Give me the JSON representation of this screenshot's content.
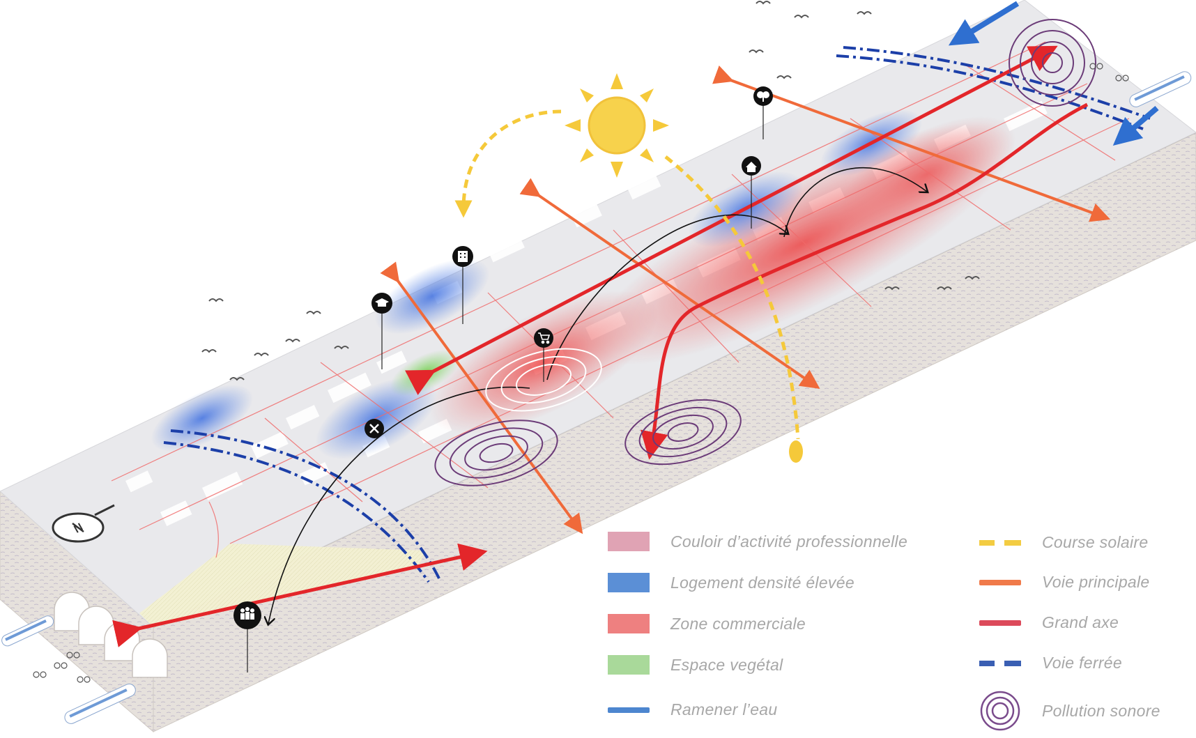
{
  "legend": {
    "left": [
      {
        "label": "Couloir d’activité professionnelle",
        "color": "#e0a3b4",
        "kind": "box"
      },
      {
        "label": "Logement densité élevée",
        "color": "#5b8fd6",
        "kind": "box"
      },
      {
        "label": "Zone commerciale",
        "color": "#ee8080",
        "kind": "box"
      },
      {
        "label": "Espace vegétal",
        "color": "#a9d99a",
        "kind": "box"
      },
      {
        "label": "Ramener l’eau",
        "color": "#4d86cf",
        "kind": "line"
      }
    ],
    "right": [
      {
        "label": "Course solaire",
        "color": "#f3cc42",
        "kind": "dash"
      },
      {
        "label": "Voie principale",
        "color": "#f07a4a",
        "kind": "line"
      },
      {
        "label": "Grand axe",
        "color": "#dc4a5a",
        "kind": "line"
      },
      {
        "label": "Voie ferrée",
        "color": "#3a5fb3",
        "kind": "dash"
      },
      {
        "label": "Pollution sonore",
        "color": "#7a4b8c",
        "kind": "ring"
      }
    ]
  },
  "colors": {
    "ground": "#e9e9ec",
    "slab_side": "#c9c4bf",
    "slab_front": "#b9b3ad",
    "commercial": "#ee5a5a",
    "housing": "#4f7fe0",
    "green": "#84d45f",
    "axis_red": "#e3262a",
    "main_orange": "#f06a3a",
    "rail_blue": "#1c3fa8",
    "sun": "#f5c93a",
    "noise": "#6b3b78",
    "water_blue": "#2f6fd0"
  },
  "icons": {
    "pins": [
      "education-icon",
      "office-building-icon",
      "shopping-cart-icon",
      "house-icon",
      "tree-icon",
      "close-icon",
      "people-group-icon"
    ],
    "compass": "compass-north-icon",
    "sun": "sun-icon"
  }
}
